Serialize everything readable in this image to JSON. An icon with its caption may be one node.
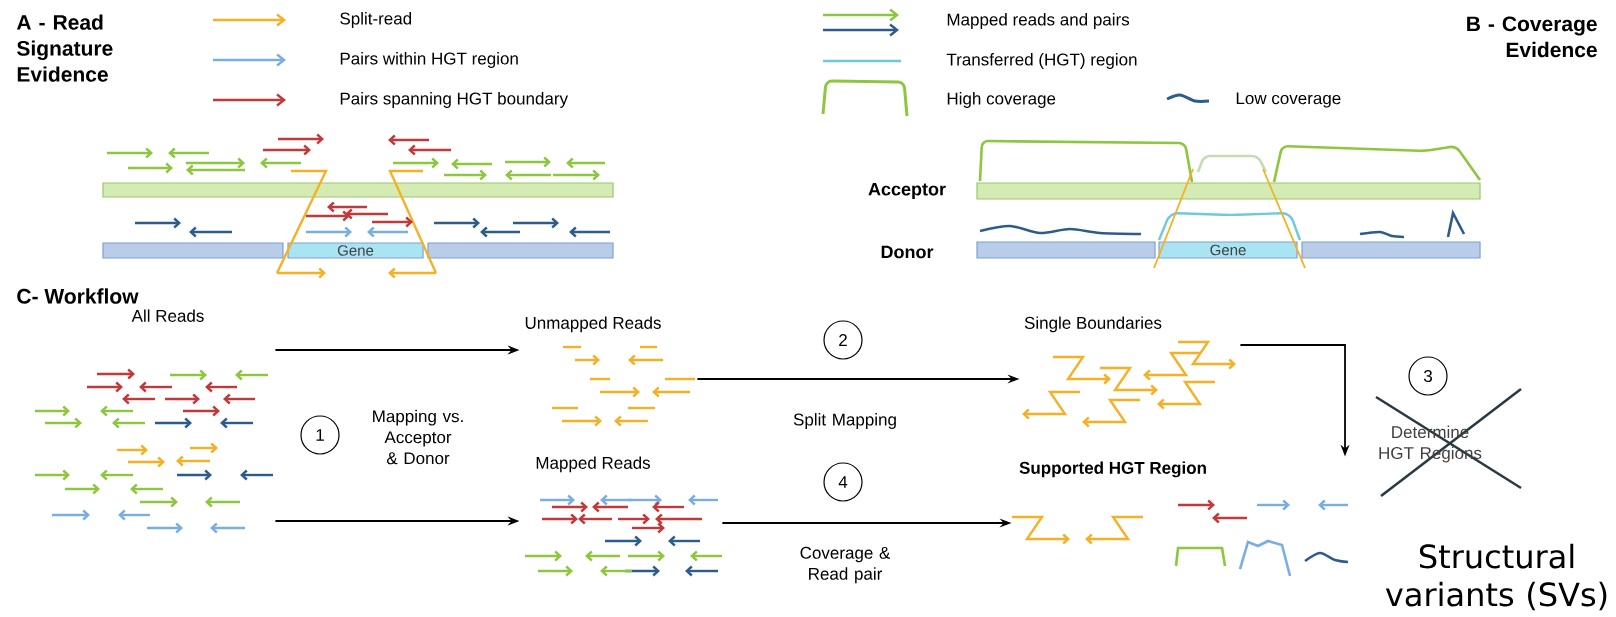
{
  "diagram": {
    "nodes": [
      {
        "text": [
          "Gene"
        ]
      },
      {
        "text": [
          "Gene"
        ]
      },
      {
        "text": [
          "All Reads"
        ]
      },
      {
        "text": [
          "Unmapped Reads"
        ]
      },
      {
        "text": [
          "Mapped Reads"
        ]
      },
      {
        "text": [
          "Single Boundaries"
        ]
      },
      {
        "text": [
          "Supported HGT Region"
        ]
      },
      {
        "text": [
          "1"
        ],
        "beside": [
          "Mapping vs. Acceptor & Donor"
        ]
      },
      {
        "text": [
          "2"
        ]
      },
      {
        "text": [
          "4"
        ]
      },
      {
        "text": [
          "3"
        ],
        "beside": [
          "Determine HGT Regions"
        ]
      }
    ],
    "edges": [
      {
        "from": 2,
        "to": 3,
        "arrow": "to"
      },
      {
        "from": 2,
        "to": 4,
        "arrow": "to"
      },
      {
        "from": 3,
        "to": 5,
        "arrow": "to",
        "label": "Split Mapping"
      },
      {
        "from": 4,
        "to": 6,
        "arrow": "to",
        "label": "Coverage & Read pair"
      },
      {
        "from": 5,
        "to": 6,
        "arrow": "to"
      }
    ],
    "labels": [
      "A - Read Signature Evidence",
      "B - Coverage Evidence",
      "Acceptor",
      "Donor",
      "C- Workflow",
      "Structural variants (SVs)"
    ],
    "legend": [
      {
        "text": "Split-read"
      },
      {
        "text": "Pairs within HGT region"
      },
      {
        "text": "Pairs spanning HGT boundary"
      },
      {
        "text": "Mapped reads and pairs"
      },
      {
        "text": "Transferred (HGT) region"
      },
      {
        "text": "High coverage"
      },
      {
        "text": "Low coverage"
      }
    ]
  }
}
